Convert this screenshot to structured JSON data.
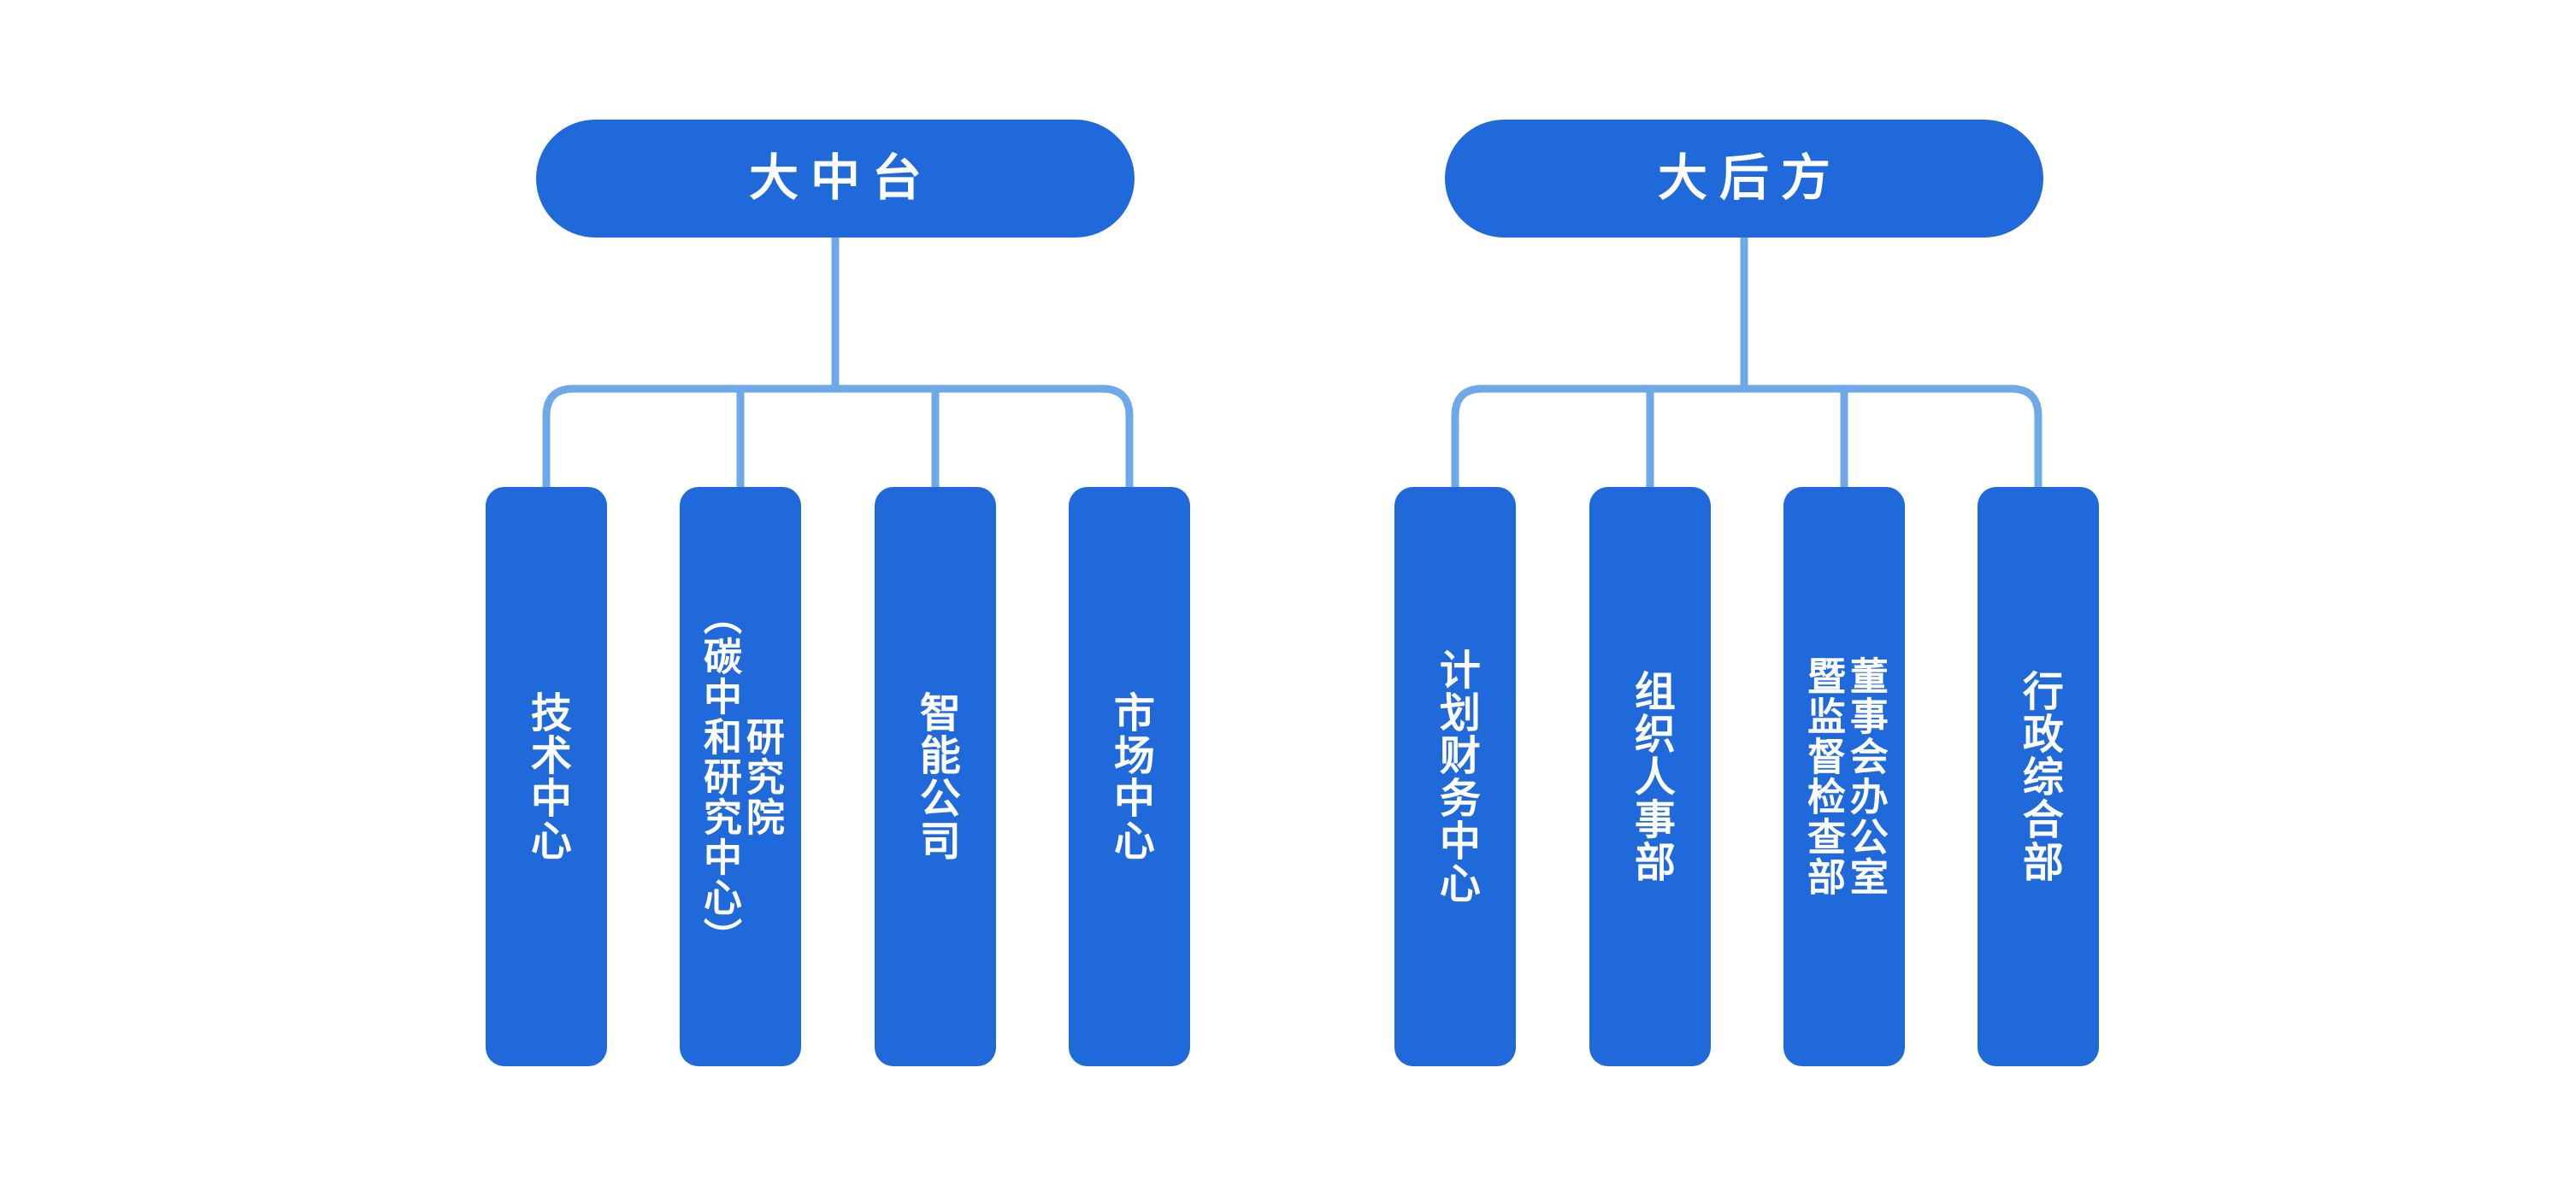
{
  "diagram": {
    "title": "组织架构图",
    "type": "org-chart",
    "orientation": "vertical-rl-labels",
    "background_color": "#ffffff",
    "node_fill_color": "#2069db",
    "node_text_color": "#ffffff",
    "connector_color": "#6fa8e8"
  },
  "groups": [
    {
      "id": "zhongtai",
      "root": {
        "label": "大中台"
      },
      "children": [
        {
          "label": "技术中心"
        },
        {
          "label": "研究院（碳中和研究中心）",
          "columns": [
            "（碳中和研究中心）",
            "研究院"
          ]
        },
        {
          "label": "智能公司"
        },
        {
          "label": "市场中心"
        }
      ]
    },
    {
      "id": "houfang",
      "root": {
        "label": "大后方"
      },
      "children": [
        {
          "label": "计划财务中心"
        },
        {
          "label": "组织人事部"
        },
        {
          "label": "暨监督检查部董事会办公室",
          "columns": [
            "暨监督检查部",
            "董事会办公室"
          ]
        },
        {
          "label": "行政综合部"
        }
      ]
    }
  ]
}
